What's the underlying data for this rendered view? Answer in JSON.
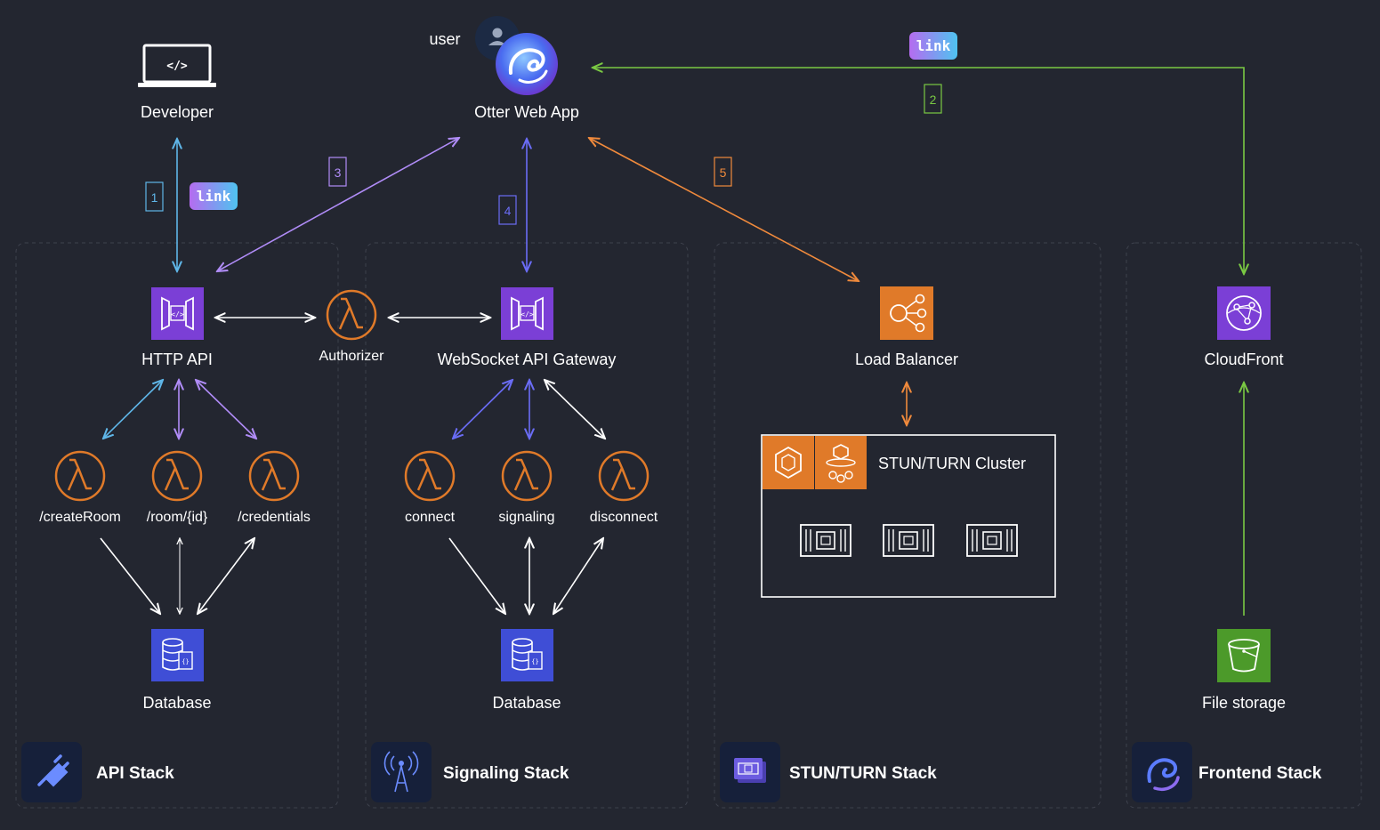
{
  "nodes": {
    "user": "user",
    "otter_web_app": "Otter Web App",
    "developer": "Developer",
    "http_api": "HTTP API",
    "authorizer": "Authorizer",
    "websocket_api": "WebSocket API Gateway",
    "load_balancer": "Load Balancer",
    "cloudfront": "CloudFront",
    "fn_create_room": "/createRoom",
    "fn_room_id": "/room/{id}",
    "fn_credentials": "/credentials",
    "fn_connect": "connect",
    "fn_signaling": "signaling",
    "fn_disconnect": "disconnect",
    "database_api": "Database",
    "database_signaling": "Database",
    "stun_turn_cluster": "STUN/TURN Cluster",
    "file_storage": "File storage",
    "developer_code_glyph": "</>"
  },
  "badges": {
    "link_top": "link",
    "link_developer": "link"
  },
  "steps": {
    "s1": "1",
    "s2": "2",
    "s3": "3",
    "s4": "4",
    "s5": "5"
  },
  "stacks": {
    "api": "API Stack",
    "signaling": "Signaling Stack",
    "stun_turn": "STUN/TURN Stack",
    "frontend": "Frontend Stack"
  },
  "icons": {
    "api_gateway": "api-gateway-icon",
    "lambda": "lambda-icon",
    "database": "dynamodb-icon",
    "load_balancer": "elastic-load-balancer-icon",
    "cloudfront": "cloudfront-icon",
    "s3": "s3-bucket-icon",
    "ecs": "ecs-icon",
    "fargate": "fargate-icon",
    "ec2_instance": "ec2-instance-icon",
    "otter_logo": "otter-logo-icon",
    "plug": "plug-icon",
    "antenna": "antenna-icon",
    "stun_stack": "stun-stack-icon",
    "user_avatar": "user-avatar-icon",
    "laptop": "laptop-icon"
  },
  "colors": {
    "background": "#232630",
    "api_gateway": "#7b3fd6",
    "lambda": "#e07a29",
    "database": "#3f4ed6",
    "load_balancer": "#e07a29",
    "cloudfront": "#7b3fd6",
    "s3": "#4c9a2a",
    "step1_arrow": "#5fb6e8",
    "step2_arrow": "#7ac943",
    "step3_arrow": "#b08cf7",
    "step4_arrow": "#6a6cf5",
    "step5_arrow": "#f08a3c"
  }
}
